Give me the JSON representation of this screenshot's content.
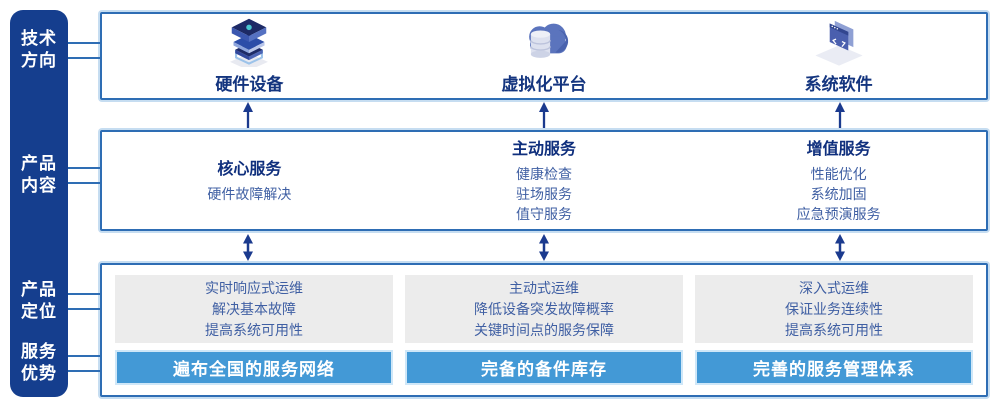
{
  "sidebar": {
    "labels": [
      {
        "line1": "技术",
        "line2": "方向"
      },
      {
        "line1": "产品",
        "line2": "内容"
      },
      {
        "line1": "产品",
        "line2": "定位"
      },
      {
        "line1": "服务",
        "line2": "优势"
      }
    ]
  },
  "tech_row": {
    "items": [
      {
        "label": "硬件设备",
        "icon": "server-stack-icon"
      },
      {
        "label": "虚拟化平台",
        "icon": "cloud-database-icon"
      },
      {
        "label": "系统软件",
        "icon": "code-window-icon"
      }
    ]
  },
  "service_row": {
    "columns": [
      {
        "heading": "核心服务",
        "items": [
          "硬件故障解决"
        ]
      },
      {
        "heading": "主动服务",
        "items": [
          "健康检查",
          "驻场服务",
          "值守服务"
        ]
      },
      {
        "heading": "增值服务",
        "items": [
          "性能优化",
          "系统加固",
          "应急预演服务"
        ]
      }
    ]
  },
  "position_row": {
    "columns": [
      {
        "lines": [
          "实时响应式运维",
          "解决基本故障",
          "提高系统可用性"
        ],
        "bar": "遍布全国的服务网络"
      },
      {
        "lines": [
          "主动式运维",
          "降低设备突发故障概率",
          "关键时间点的服务保障"
        ],
        "bar": "完备的备件库存"
      },
      {
        "lines": [
          "深入式运维",
          "保证业务连续性",
          "提高系统可用性"
        ],
        "bar": "完善的服务管理体系"
      }
    ]
  },
  "colors": {
    "sidebar_bg": "#153e8e",
    "box_border": "#2e6db4",
    "box_border_glow": "#c6ddf1",
    "heading_navy": "#0f2f7d",
    "body_text": "#3f5fa3",
    "gray_panel": "#ececec",
    "bar_bg": "#4399d6",
    "bar_border": "#cfe7f8",
    "arrow": "#1b3a8e"
  }
}
